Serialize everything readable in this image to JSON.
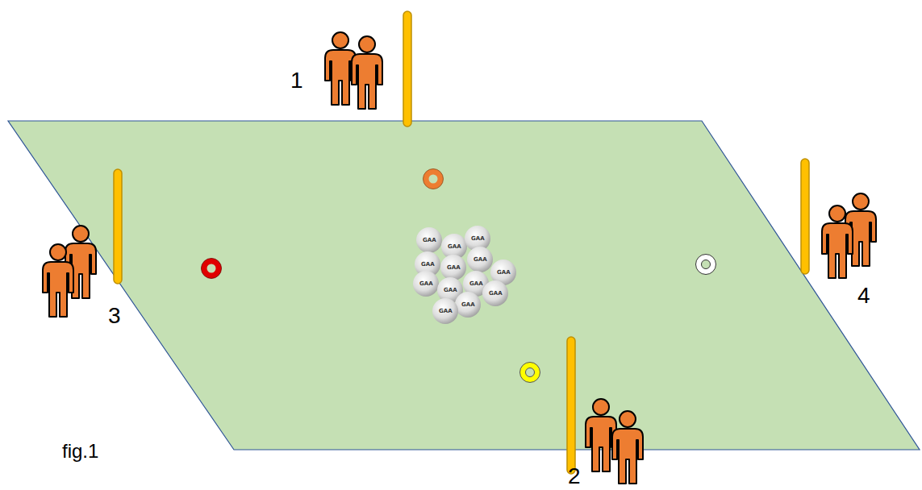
{
  "diagram": {
    "labels": [
      "1",
      "3",
      "GAA",
      "GAA",
      "GAA",
      "GAA",
      "GAA",
      "GAA",
      "GAA",
      "GAA",
      "GAA",
      "GAA",
      "GAA",
      "GAA",
      "GAA",
      "4",
      "2",
      "fig.1"
    ]
  }
}
